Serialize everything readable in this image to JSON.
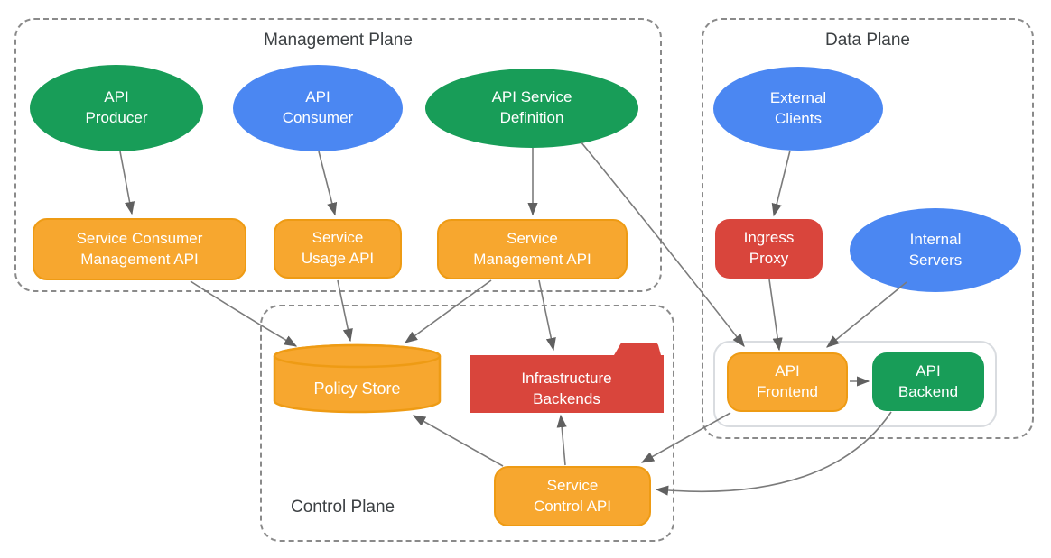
{
  "planes": {
    "management": {
      "title": "Management Plane"
    },
    "data": {
      "title": "Data Plane"
    },
    "control": {
      "title": "Control Plane"
    }
  },
  "nodes": {
    "api_producer": {
      "label": "API\nProducer",
      "shape": "ellipse",
      "color": "green",
      "plane": "management"
    },
    "api_consumer": {
      "label": "API\nConsumer",
      "shape": "ellipse",
      "color": "blue",
      "plane": "management"
    },
    "api_service_definition": {
      "label": "API Service\nDefinition",
      "shape": "ellipse",
      "color": "green",
      "plane": "management"
    },
    "service_consumer_management_api": {
      "label": "Service Consumer\nManagement API",
      "shape": "rounded-rect",
      "color": "orange",
      "plane": "management"
    },
    "service_usage_api": {
      "label": "Service\nUsage API",
      "shape": "rounded-rect",
      "color": "orange",
      "plane": "management"
    },
    "service_management_api": {
      "label": "Service\nManagement API",
      "shape": "rounded-rect",
      "color": "orange",
      "plane": "management"
    },
    "external_clients": {
      "label": "External\nClients",
      "shape": "ellipse",
      "color": "blue",
      "plane": "data"
    },
    "ingress_proxy": {
      "label": "Ingress\nProxy",
      "shape": "rounded-rect",
      "color": "red",
      "plane": "data"
    },
    "internal_servers": {
      "label": "Internal\nServers",
      "shape": "ellipse",
      "color": "blue",
      "plane": "data"
    },
    "api_frontend": {
      "label": "API\nFrontend",
      "shape": "rounded-rect",
      "color": "orange",
      "plane": "data"
    },
    "api_backend": {
      "label": "API\nBackend",
      "shape": "rounded-rect",
      "color": "green",
      "plane": "data"
    },
    "policy_store": {
      "label": "Policy Store",
      "shape": "cylinder",
      "color": "orange",
      "plane": "control"
    },
    "infrastructure_backends": {
      "label": "Infrastructure\nBackends",
      "shape": "folder",
      "color": "red",
      "plane": "control"
    },
    "service_control_api": {
      "label": "Service\nControl API",
      "shape": "rounded-rect",
      "color": "orange",
      "plane": "control"
    }
  },
  "edges": [
    {
      "from": "api_producer",
      "to": "service_consumer_management_api"
    },
    {
      "from": "api_consumer",
      "to": "service_usage_api"
    },
    {
      "from": "api_service_definition",
      "to": "service_management_api"
    },
    {
      "from": "api_service_definition",
      "to": "api_frontend"
    },
    {
      "from": "service_consumer_management_api",
      "to": "policy_store"
    },
    {
      "from": "service_usage_api",
      "to": "policy_store"
    },
    {
      "from": "service_management_api",
      "to": "policy_store"
    },
    {
      "from": "service_management_api",
      "to": "infrastructure_backends"
    },
    {
      "from": "external_clients",
      "to": "ingress_proxy"
    },
    {
      "from": "ingress_proxy",
      "to": "api_frontend"
    },
    {
      "from": "internal_servers",
      "to": "api_frontend"
    },
    {
      "from": "api_frontend",
      "to": "api_backend"
    },
    {
      "from": "api_frontend",
      "to": "service_control_api"
    },
    {
      "from": "api_backend",
      "to": "service_control_api"
    },
    {
      "from": "service_control_api",
      "to": "policy_store"
    },
    {
      "from": "service_control_api",
      "to": "infrastructure_backends"
    }
  ],
  "colors": {
    "green": "#189d58",
    "blue": "#4b87f2",
    "orange": "#f7a72f",
    "orange_border": "#ee9b14",
    "red": "#d9453c",
    "plane_title": "#3c4043",
    "dashed_border": "#8a8a8a",
    "connector": "#7b7b7b",
    "arrowhead": "#606060",
    "container_border": "#d9dce0",
    "node_text": "#ffffff"
  }
}
